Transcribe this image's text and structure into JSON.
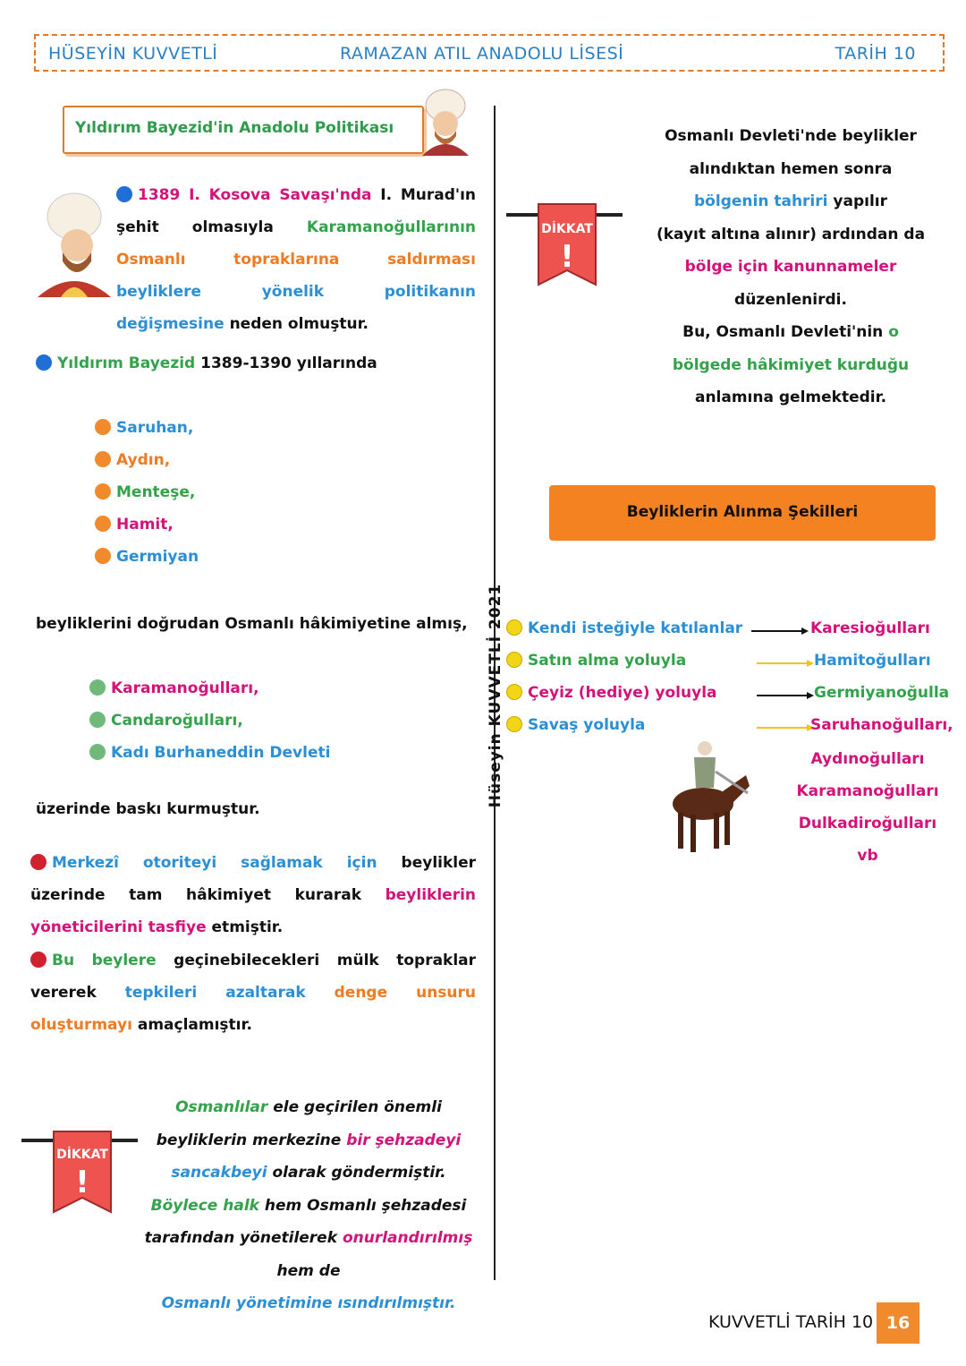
{
  "header": {
    "author": "HÜSEYİN KUVVETLİ",
    "school": "RAMAZAN ATIL ANADOLU LİSESİ",
    "subject": "TARİH 10"
  },
  "left": {
    "title": "Yıldırım Bayezid'in Anadolu Politikası",
    "p1": {
      "a": "1389 I. Kosova Savaşı'nda",
      "b": "I. Murad'ın",
      "c": "şehit",
      "d": "olmasıyla",
      "e": "Karamanoğullarının",
      "f": "Osmanlı",
      "g": "topraklarına",
      "h": "saldırması",
      "i": "beyliklere",
      "j": "yönelik",
      "k": "politikanın",
      "l": "değişmesine",
      "m": "neden olmuştur."
    },
    "p2": {
      "a": "Yıldırım Bayezid",
      "b": "1389-1390 yıllarında"
    },
    "list1": [
      "Saruhan,",
      "Aydın,",
      "Menteşe,",
      "Hamit,",
      "Germiyan"
    ],
    "p3": "beyliklerini doğrudan Osmanlı hâkimiyetine almış,",
    "list2": [
      "Karamanoğulları,",
      "Candaroğulları,",
      "Kadı Burhaneddin Devleti"
    ],
    "p4": "üzerinde baskı kurmuştur.",
    "p5": {
      "a": "Merkezî",
      "b": "otoriteyi",
      "c": "sağlamak",
      "d": "için",
      "e": "beylikler",
      "f": "üzerinde",
      "g": "tam",
      "h": "hâkimiyet",
      "i": "kurarak",
      "j": "beyliklerin",
      "k": "yöneticilerini tasfiye",
      "l": "etmiştir."
    },
    "p6": {
      "a": "Bu",
      "b": "beylere",
      "c": "geçinebilecekleri",
      "d": "mülk",
      "e": "topraklar",
      "f": "vererek",
      "g": "tepkileri",
      "h": "azaltarak",
      "i": "denge",
      "j": "unsuru",
      "k": "oluşturmayı",
      "l": "amaçlamıştır."
    },
    "dikkat_label": "DİKKAT",
    "note": {
      "a": "Osmanlılar",
      "b": "ele geçirilen önemli",
      "c": "beyliklerin merkezine",
      "d": "bir şehzadeyi",
      "e": "sancakbeyi",
      "f": "olarak göndermiştir.",
      "g": "Böylece halk",
      "h": "hem Osmanlı şehzadesi",
      "i": "tarafından yönetilerek",
      "j": "onurlandırılmış",
      "k": "hem de",
      "l": "Osmanlı yönetimine ısındırılmıştır."
    }
  },
  "right": {
    "dikkat_label": "DİKKAT",
    "note": {
      "a": "Osmanlı Devleti'nde beylikler",
      "b": "alındıktan hemen sonra",
      "c": "bölgenin tahriri",
      "d": "yapılır",
      "e": "(kayıt altına alınır) ardından da",
      "f": "bölge için kanunnameler",
      "g": "düzenlenirdi.",
      "h": "Bu, Osmanlı Devleti'nin",
      "i": "o",
      "j": "bölgede hâkimiyet kurduğu",
      "k": "anlamına gelmektedir."
    },
    "band_title": "Beyliklerin Alınma Şekilleri",
    "methods": [
      {
        "label": "Kendi isteğiyle katılanlar",
        "target": "Karesioğulları"
      },
      {
        "label": "Satın alma yoluyla",
        "target": "Hamitoğulları"
      },
      {
        "label": "Çeyiz (hediye)  yoluyla",
        "target": "Germiyanoğulla"
      },
      {
        "label": "Savaş yoluyla",
        "target": "Saruhanoğulları,"
      }
    ],
    "war_extra": [
      "Aydınoğulları",
      "Karamanoğulları",
      "Dulkadiroğulları",
      "vb"
    ]
  },
  "vertical_label": "Hüseyin KUVVETLİ 2021",
  "footer": {
    "title": "KUVVETLİ TARİH 10",
    "page": "16"
  }
}
